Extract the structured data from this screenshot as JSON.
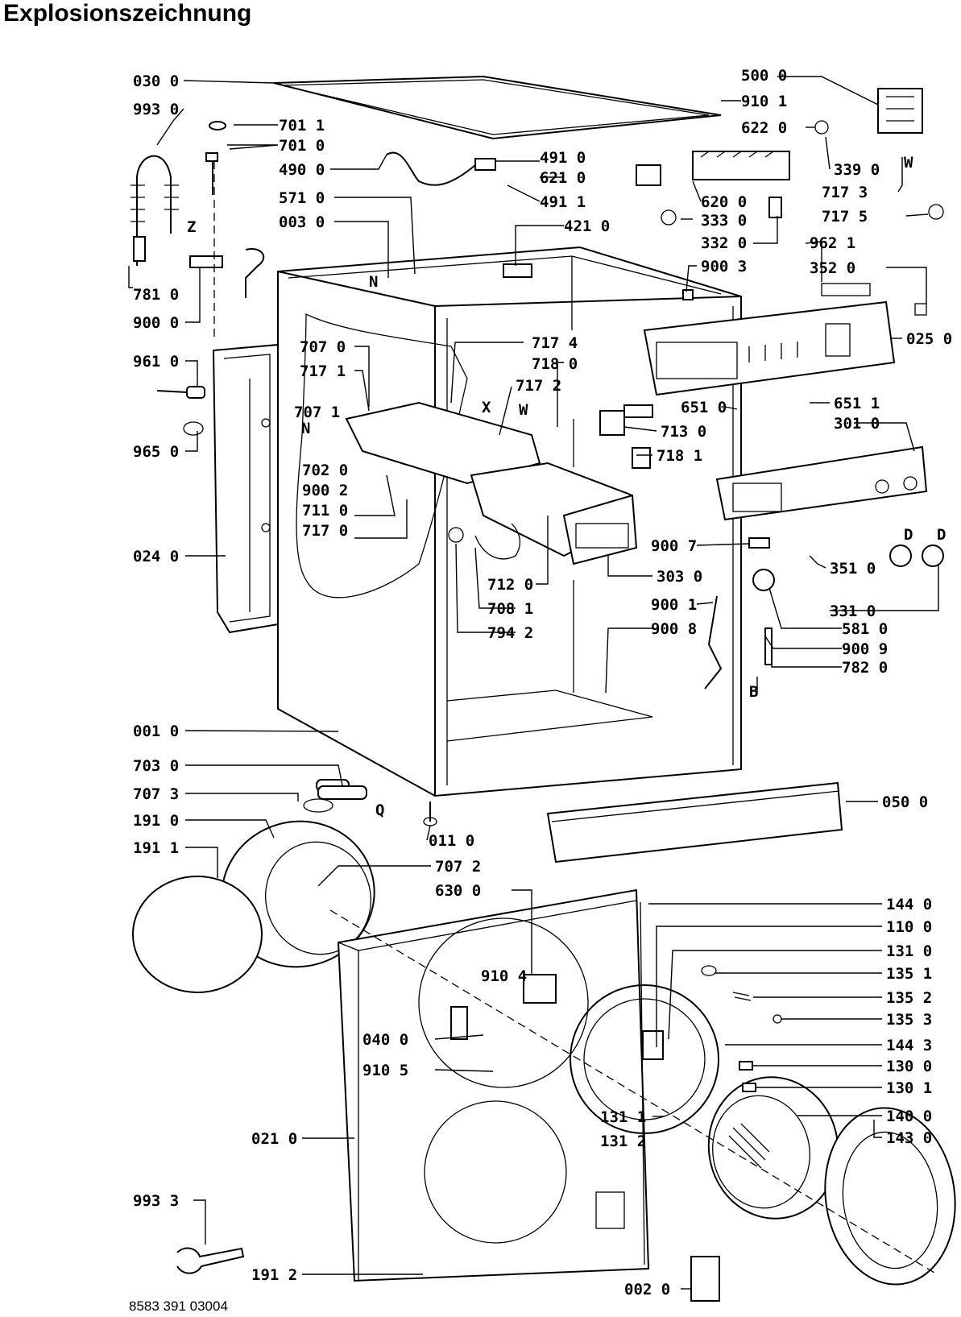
{
  "title": "Explosionszeichnung",
  "document_number": "8583 391 03004",
  "parts": [
    {
      "id": "030 0"
    },
    {
      "id": "993 0"
    },
    {
      "id": "701 1"
    },
    {
      "id": "701 0"
    },
    {
      "id": "490 0"
    },
    {
      "id": "571 0"
    },
    {
      "id": "003 0"
    },
    {
      "id": "781 0"
    },
    {
      "id": "900 0"
    },
    {
      "id": "961 0"
    },
    {
      "id": "965 0"
    },
    {
      "id": "024 0"
    },
    {
      "id": "707 0"
    },
    {
      "id": "717 1"
    },
    {
      "id": "707 1"
    },
    {
      "id": "702 0"
    },
    {
      "id": "900 2"
    },
    {
      "id": "711 0"
    },
    {
      "id": "717 0"
    },
    {
      "id": "717 4"
    },
    {
      "id": "718 0"
    },
    {
      "id": "717 2"
    },
    {
      "id": "712 0"
    },
    {
      "id": "708 1"
    },
    {
      "id": "794 2"
    },
    {
      "id": "491 0"
    },
    {
      "id": "621 0"
    },
    {
      "id": "491 1"
    },
    {
      "id": "421 0"
    },
    {
      "id": "500 0"
    },
    {
      "id": "910 1"
    },
    {
      "id": "622 0"
    },
    {
      "id": "339 0"
    },
    {
      "id": "717 3"
    },
    {
      "id": "717 5"
    },
    {
      "id": "620 0"
    },
    {
      "id": "333 0"
    },
    {
      "id": "332 0"
    },
    {
      "id": "900 3"
    },
    {
      "id": "962 1"
    },
    {
      "id": "352 0"
    },
    {
      "id": "025 0"
    },
    {
      "id": "651 0"
    },
    {
      "id": "651 1"
    },
    {
      "id": "713 0"
    },
    {
      "id": "301 0"
    },
    {
      "id": "718 1"
    },
    {
      "id": "900 7"
    },
    {
      "id": "303 0"
    },
    {
      "id": "900 1"
    },
    {
      "id": "900 8"
    },
    {
      "id": "351 0"
    },
    {
      "id": "331 0"
    },
    {
      "id": "581 0"
    },
    {
      "id": "900 9"
    },
    {
      "id": "782 0"
    },
    {
      "id": "001 0"
    },
    {
      "id": "703 0"
    },
    {
      "id": "707 3"
    },
    {
      "id": "191 0"
    },
    {
      "id": "191 1"
    },
    {
      "id": "011 0"
    },
    {
      "id": "707 2"
    },
    {
      "id": "630 0"
    },
    {
      "id": "050 0"
    },
    {
      "id": "144 0"
    },
    {
      "id": "110 0"
    },
    {
      "id": "131 0"
    },
    {
      "id": "135 1"
    },
    {
      "id": "135 2"
    },
    {
      "id": "135 3"
    },
    {
      "id": "144 3"
    },
    {
      "id": "130 0"
    },
    {
      "id": "130 1"
    },
    {
      "id": "140 0"
    },
    {
      "id": "143 0"
    },
    {
      "id": "910 4"
    },
    {
      "id": "040 0"
    },
    {
      "id": "910 5"
    },
    {
      "id": "021 0"
    },
    {
      "id": "131 1"
    },
    {
      "id": "131 2"
    },
    {
      "id": "993 3"
    },
    {
      "id": "191 2"
    },
    {
      "id": "002 0"
    }
  ],
  "letter_markers": [
    "Z",
    "N",
    "N",
    "X",
    "W",
    "W",
    "D",
    "D",
    "B",
    "Q"
  ]
}
